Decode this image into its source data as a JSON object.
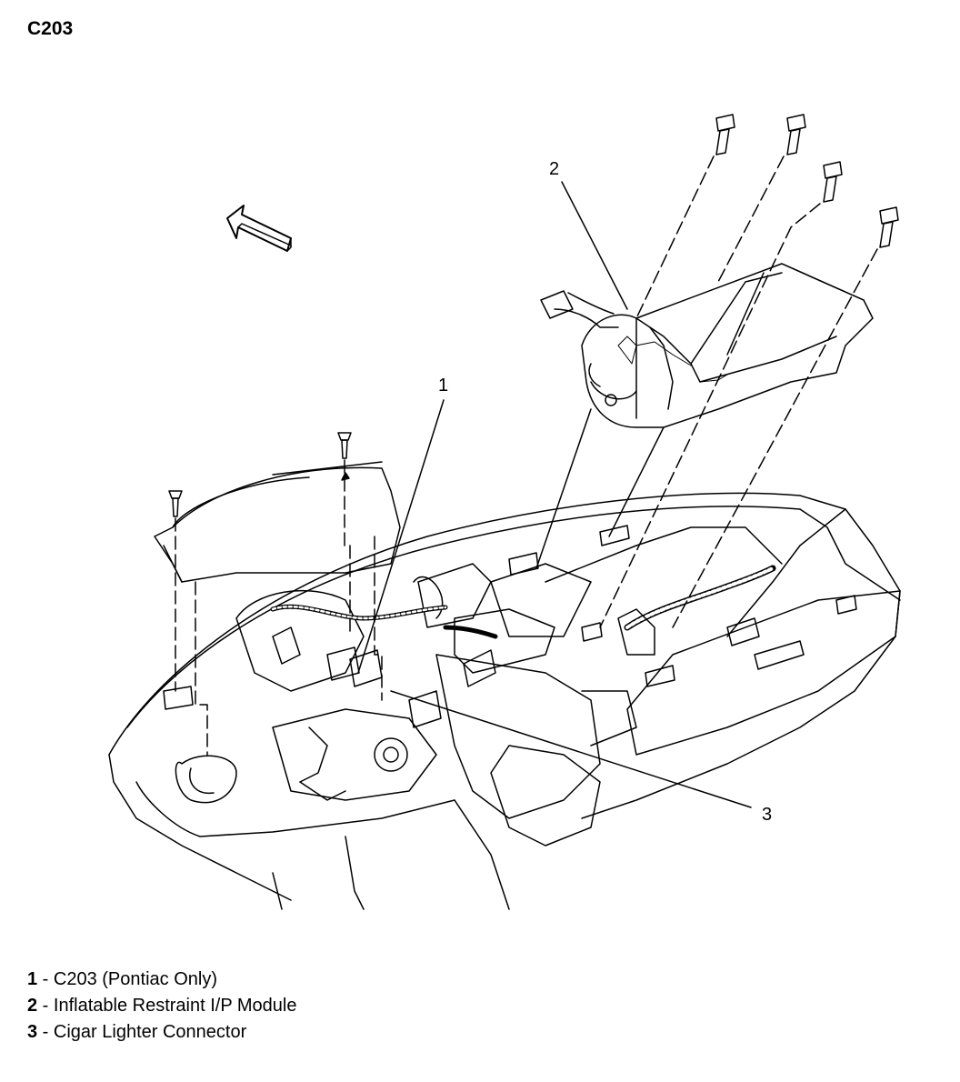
{
  "title": "C203",
  "callouts": [
    {
      "num": "1"
    },
    {
      "num": "2"
    },
    {
      "num": "3"
    }
  ],
  "legend": [
    {
      "num": "1",
      "sep": " - ",
      "text": "C203 (Pontiac Only)"
    },
    {
      "num": "2",
      "sep": " - ",
      "text": "Inflatable Restraint I/P Module"
    },
    {
      "num": "3",
      "sep": " - ",
      "text": "Cigar Lighter Connector"
    }
  ],
  "colors": {
    "ink": "#000000",
    "paper": "#ffffff"
  },
  "icons": [
    "direction-arrow-icon",
    "screw-icon"
  ]
}
